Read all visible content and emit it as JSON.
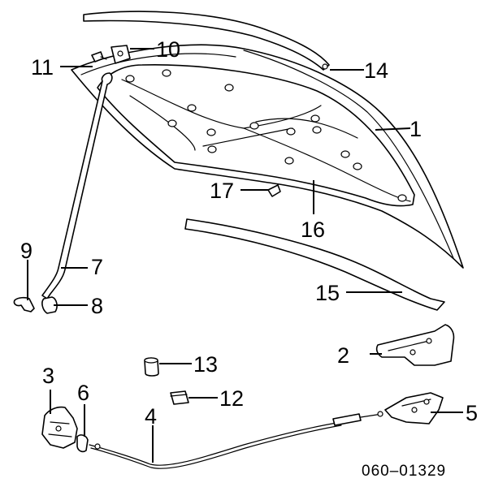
{
  "callouts": [
    {
      "id": "c1",
      "text": "1"
    },
    {
      "id": "c2",
      "text": "2"
    },
    {
      "id": "c3",
      "text": "3"
    },
    {
      "id": "c4",
      "text": "4"
    },
    {
      "id": "c5",
      "text": "5"
    },
    {
      "id": "c6",
      "text": "6"
    },
    {
      "id": "c7",
      "text": "7"
    },
    {
      "id": "c8",
      "text": "8"
    },
    {
      "id": "c9",
      "text": "9"
    },
    {
      "id": "c10",
      "text": "10"
    },
    {
      "id": "c11",
      "text": "11"
    },
    {
      "id": "c12",
      "text": "12"
    },
    {
      "id": "c13",
      "text": "13"
    },
    {
      "id": "c14",
      "text": "14"
    },
    {
      "id": "c15",
      "text": "15"
    },
    {
      "id": "c16",
      "text": "16"
    },
    {
      "id": "c17",
      "text": "17"
    }
  ],
  "drawing_code": "060–01329"
}
